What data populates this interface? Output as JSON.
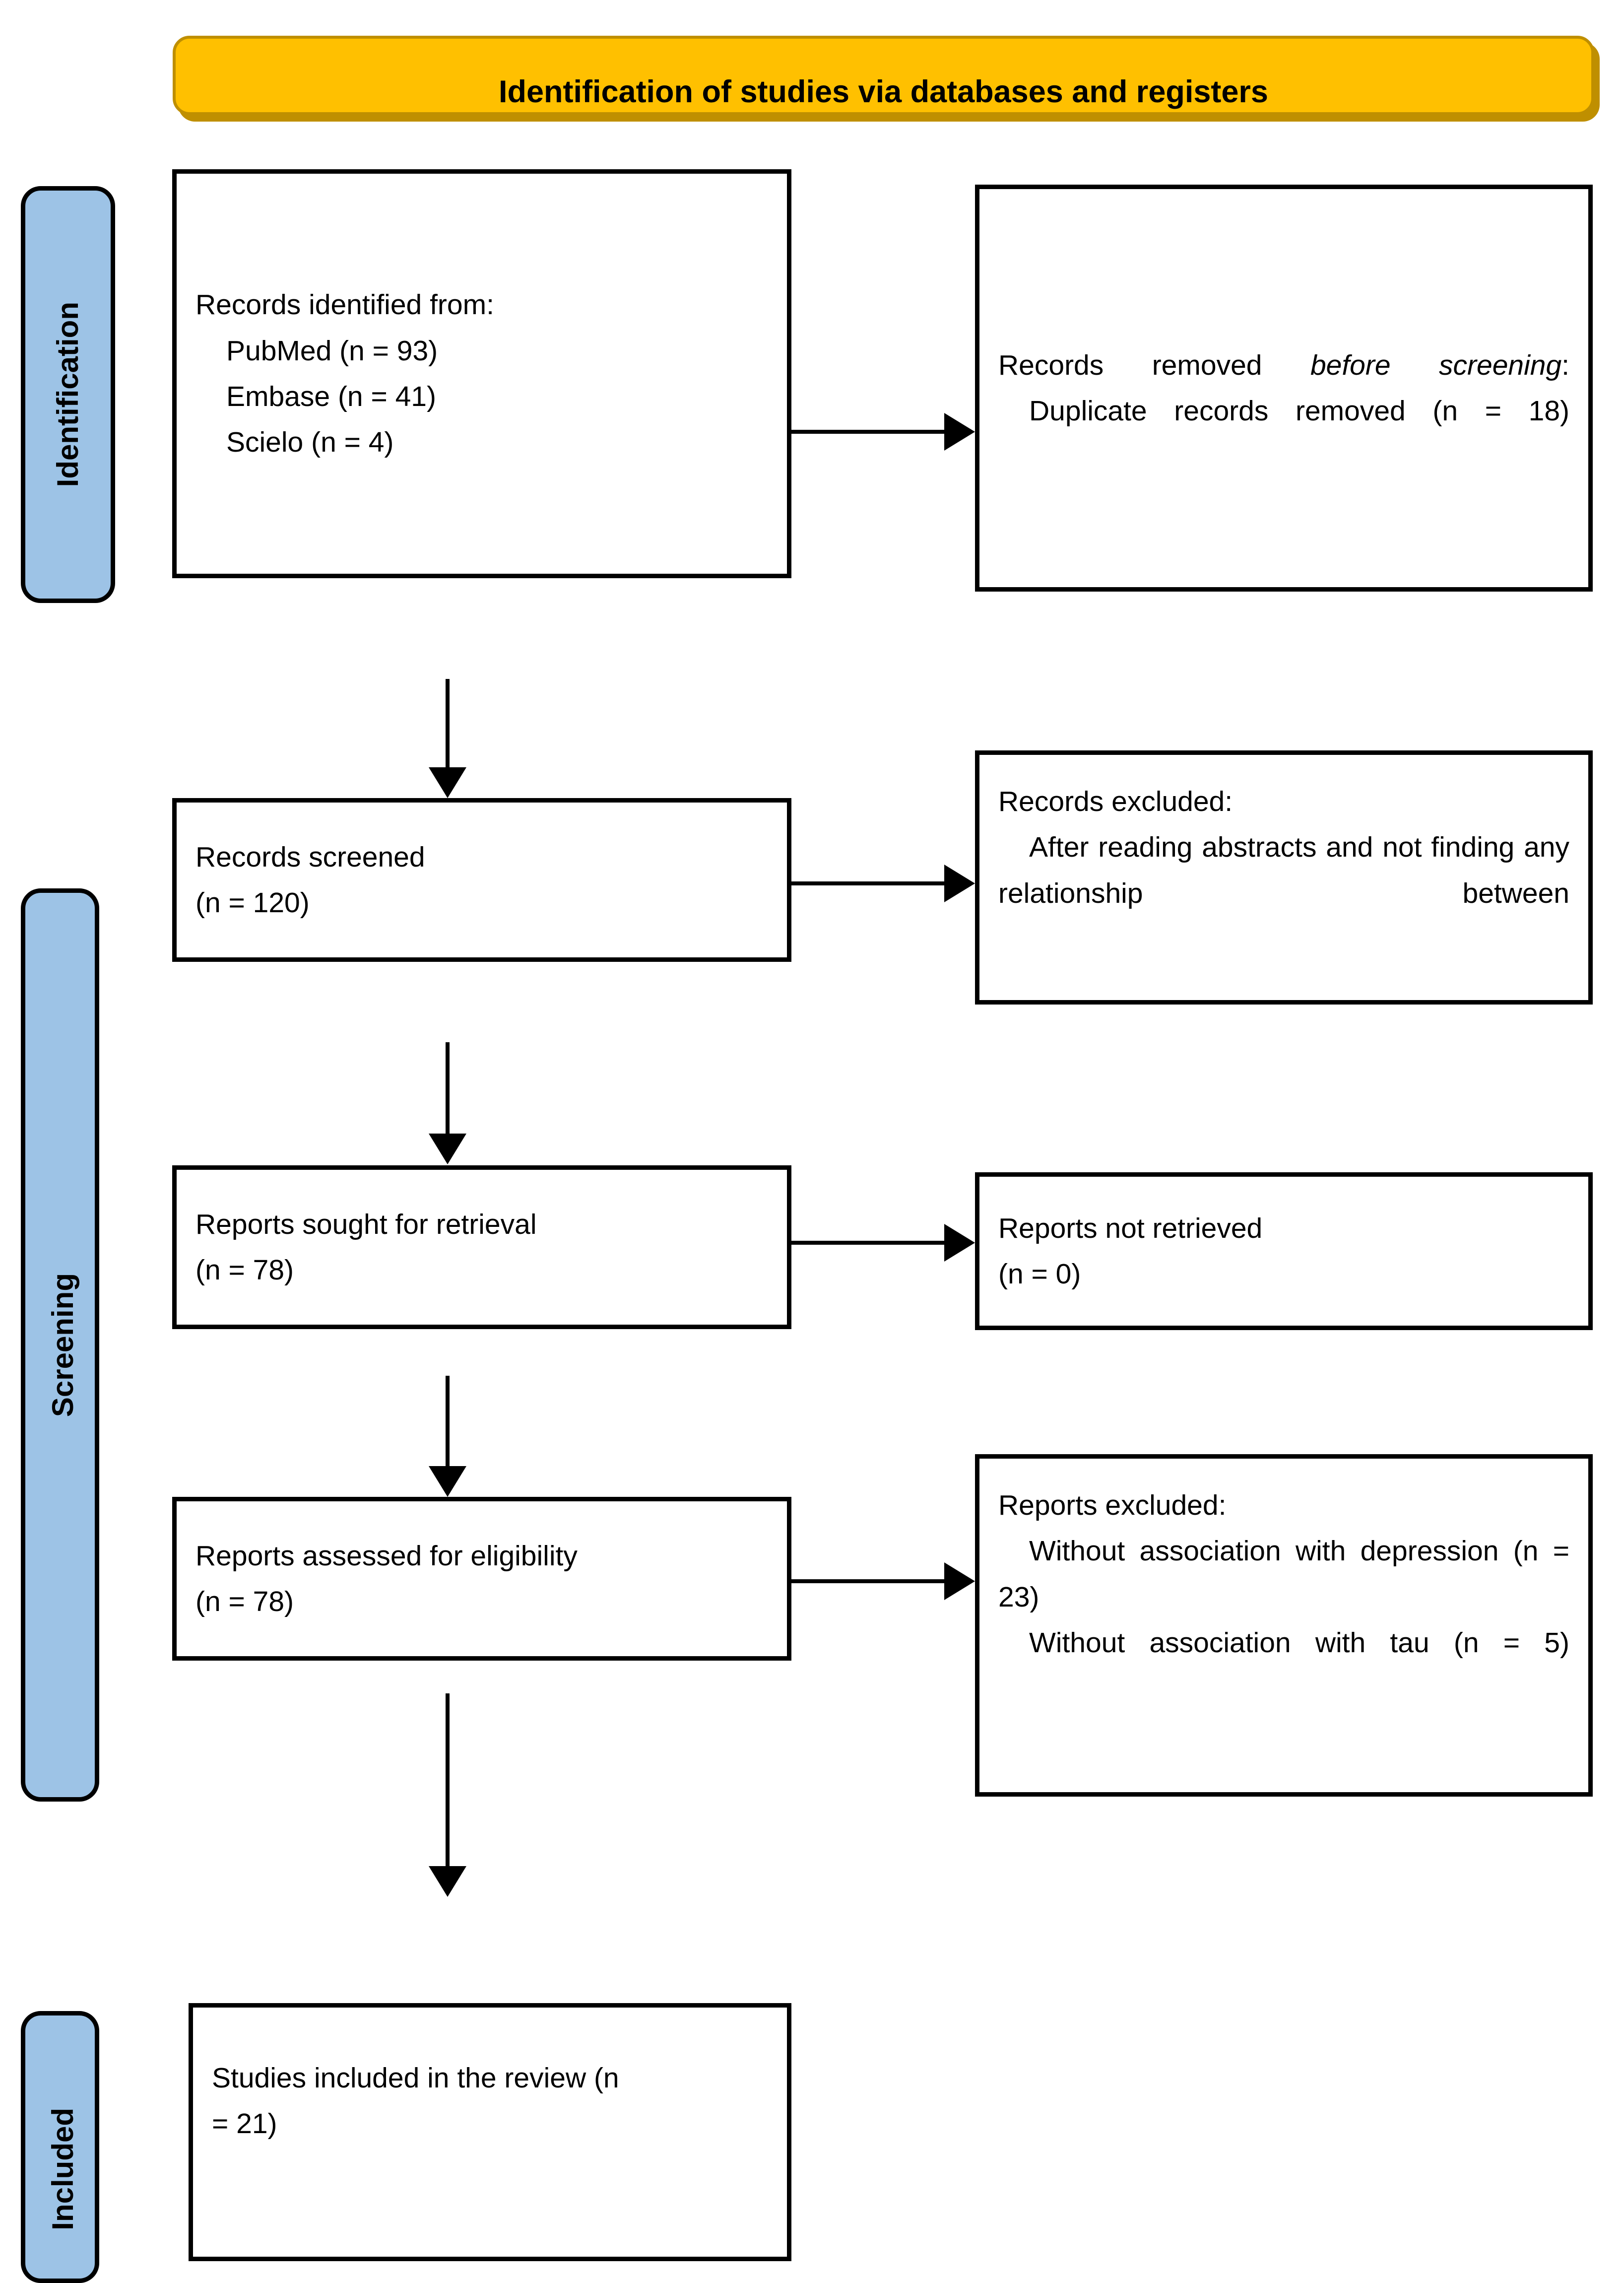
{
  "diagram": {
    "title": "Identification of studies via databases and registers",
    "type": "PRISMA flow diagram",
    "colors": {
      "banner_fill": "#FFC000",
      "banner_border": "#BF8F00",
      "stage_fill": "#9DC3E6",
      "stage_border": "#000000",
      "box_border": "#000000",
      "box_fill": "#FFFFFF",
      "text": "#000000"
    }
  },
  "stages": [
    {
      "id": "identification",
      "label": "Identification"
    },
    {
      "id": "screening",
      "label": "Screening"
    },
    {
      "id": "included",
      "label": "Included"
    }
  ],
  "boxes": {
    "records_identified": {
      "title": "Records identified from:",
      "lines": [
        "PubMed (n = 93)",
        "Embase (n = 41)",
        "Scielo (n = 4)"
      ]
    },
    "records_removed": {
      "title_part1": "Records removed ",
      "title_italic": "before screening",
      "title_part2": ":",
      "lines": [
        "Duplicate records removed (n = 18)"
      ]
    },
    "records_screened": {
      "title": "Records screened",
      "count": "(n = 120)"
    },
    "records_excluded": {
      "title": "Records excluded:",
      "lines": [
        "After reading abstracts and not finding any relationship between"
      ]
    },
    "reports_sought": {
      "title": "Reports sought for retrieval",
      "count": "(n = 78)"
    },
    "reports_not_retrieved": {
      "title": "Reports not retrieved",
      "count": "(n = 0)"
    },
    "reports_assessed": {
      "title": "Reports assessed for eligibility",
      "count": "(n = 78)"
    },
    "reports_excluded": {
      "title": "Reports excluded:",
      "lines": [
        "Without association with depression (n = 23)",
        "Without association with tau (n = 5)"
      ]
    },
    "studies_included": {
      "title": "Studies included in the review (n",
      "count": "= 21)"
    }
  },
  "chart_data": {
    "type": "flow",
    "title": "Identification of studies via databases and registers",
    "nodes": [
      {
        "id": "records_identified",
        "stage": "Identification",
        "label": "Records identified from:",
        "values": {
          "PubMed": 93,
          "Embase": 41,
          "Scielo": 4
        }
      },
      {
        "id": "records_removed",
        "stage": "Identification",
        "label": "Records removed before screening:",
        "values": {
          "Duplicate records removed": 18
        }
      },
      {
        "id": "records_screened",
        "stage": "Screening",
        "label": "Records screened",
        "n": 120
      },
      {
        "id": "records_excluded",
        "stage": "Screening",
        "label": "Records excluded:",
        "n": null
      },
      {
        "id": "reports_sought",
        "stage": "Screening",
        "label": "Reports sought for retrieval",
        "n": 78
      },
      {
        "id": "reports_not_retrieved",
        "stage": "Screening",
        "label": "Reports not retrieved",
        "n": 0
      },
      {
        "id": "reports_assessed",
        "stage": "Screening",
        "label": "Reports assessed for eligibility",
        "n": 78
      },
      {
        "id": "reports_excluded",
        "stage": "Screening",
        "label": "Reports excluded:",
        "values": {
          "Without association with depression": 23,
          "Without association with tau": 5
        }
      },
      {
        "id": "studies_included",
        "stage": "Included",
        "label": "Studies included in the review",
        "n": 21
      }
    ],
    "edges": [
      {
        "from": "records_identified",
        "to": "records_removed",
        "direction": "right"
      },
      {
        "from": "records_identified",
        "to": "records_screened",
        "direction": "down"
      },
      {
        "from": "records_screened",
        "to": "records_excluded",
        "direction": "right"
      },
      {
        "from": "records_screened",
        "to": "reports_sought",
        "direction": "down"
      },
      {
        "from": "reports_sought",
        "to": "reports_not_retrieved",
        "direction": "right"
      },
      {
        "from": "reports_sought",
        "to": "reports_assessed",
        "direction": "down"
      },
      {
        "from": "reports_assessed",
        "to": "reports_excluded",
        "direction": "right"
      },
      {
        "from": "reports_assessed",
        "to": "studies_included",
        "direction": "down"
      }
    ]
  }
}
